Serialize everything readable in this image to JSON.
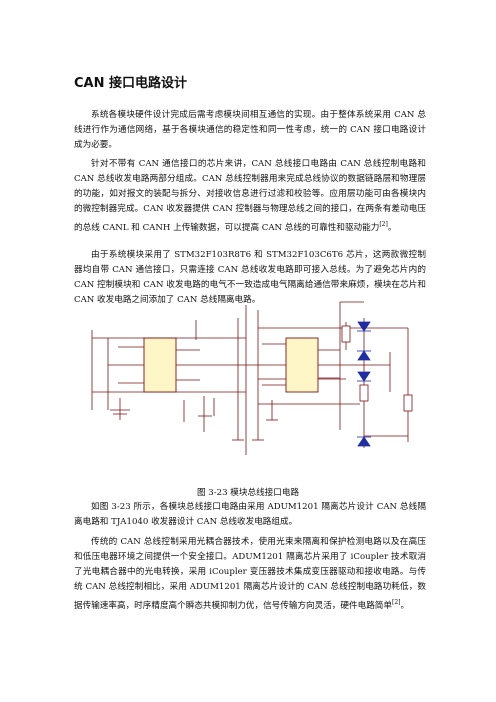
{
  "heading": "CAN 接口电路设计",
  "paragraphs": [
    "系统各模块硬件设计完成后需考虑模块间相互通信的实现。由于整体系统采用 CAN 总线进行作为通信网络，基于各模块通信的稳定性和同一性考虑，统一的 CAN 接口电路设计成为必要。",
    "针对不带有 CAN 通信接口的芯片来讲，CAN 总线接口电路由 CAN 总线控制电路和 CAN 总线收发电路两部分组成。CAN 总线控制器用来完成总线协议的数据链路层和物理层的功能，如对报文的装配与拆分、对接收信息进行过滤和校验等。应用层功能可由各模块内的微控制器完成。CAN 收发器提供 CAN 控制器与物理总线之间的接口，在两条有差动电压的总线 CANL 和 CANH 上传输数据，可以提高 CAN 总线的可靠性和驱动能力",
    "由于系统模块采用了 STM32F103R8T6 和 STM32F103C6T6 芯片，这两款微控制器均自带 CAN 通信接口，只需连接 CAN 总线收发电路即可接入总线。为了避免芯片内的 CAN 控制模块和 CAN 收发电路的电气不一致造成电气隔离给通信带来麻烦，模块在芯片和 CAN 收发电路之间添加了 CAN 总线隔离电路。",
    "如图 3-23 所示，各模块总线接口电路由采用 ADUM1201 隔离芯片设计 CAN 总线隔离电路和 TJA1040 收发器设计 CAN 总线收发电路组成。",
    "传统的 CAN 总线控制采用光耦合器技术，使用光束来隔离和保护检测电路以及在高压和低压电器环境之间提供一个安全接口。ADUM1201 隔离芯片采用了 iCoupler 技术取消了光电耦合器中的光电转换，采用 iCoupler 变压器技术集成变压器驱动和接收电路。与传统 CAN 总线控制相比，采用 ADUM1201 隔离芯片设计的 CAN 总线控制电路功耗低，数据传输速率高，时序精度高个瞬态共模抑制力优，信号传输方向灵活，硬件电路简单"
  ],
  "citations": [
    "[2]",
    "[2]"
  ],
  "caption": "图 3-23 模块总线接口电路",
  "colors": {
    "wire": "#7a1515",
    "chip_fill": "#fff6c8",
    "diode": "#1f2fa0"
  }
}
